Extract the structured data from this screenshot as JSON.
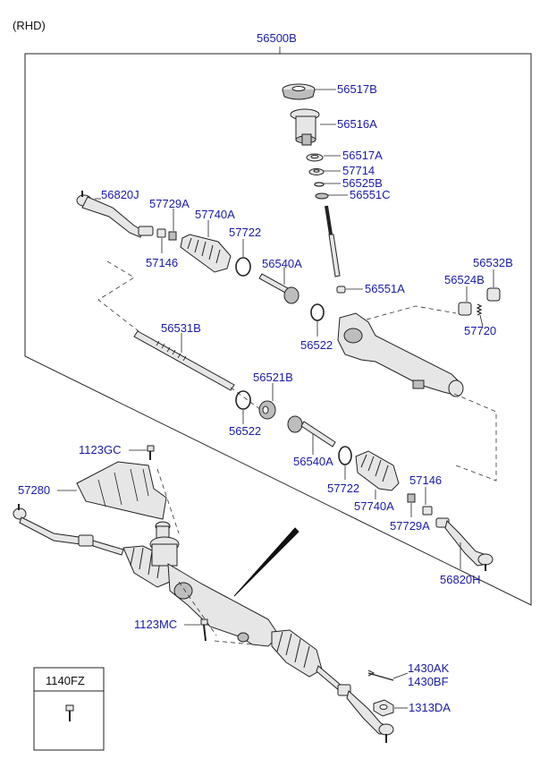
{
  "header": {
    "variant": "(RHD)",
    "assembly": "56500B"
  },
  "parts": {
    "p56517B": "56517B",
    "p56516A": "56516A",
    "p56517A": "56517A",
    "p57714": "57714",
    "p56525B": "56525B",
    "p56551C": "56551C",
    "p56820J": "56820J",
    "p57729A_top": "57729A",
    "p57740A_top": "57740A",
    "p57722_top": "57722",
    "p57146_top": "57146",
    "p56540A_top": "56540A",
    "p56551A": "56551A",
    "p56532B": "56532B",
    "p56524B": "56524B",
    "p57720": "57720",
    "p56531B": "56531B",
    "p56522_top": "56522",
    "p56521B": "56521B",
    "p56522_bot": "56522",
    "p56540A_bot": "56540A",
    "p57722_bot": "57722",
    "p57740A_bot": "57740A",
    "p57146_bot": "57146",
    "p57729A_bot": "57729A",
    "p56820H": "56820H",
    "p1123GC": "1123GC",
    "p57280": "57280",
    "p1123MC": "1123MC",
    "p1430AK": "1430AK",
    "p1430BF": "1430BF",
    "p1313DA": "1313DA"
  },
  "legend_box": {
    "label": "1140FZ"
  }
}
